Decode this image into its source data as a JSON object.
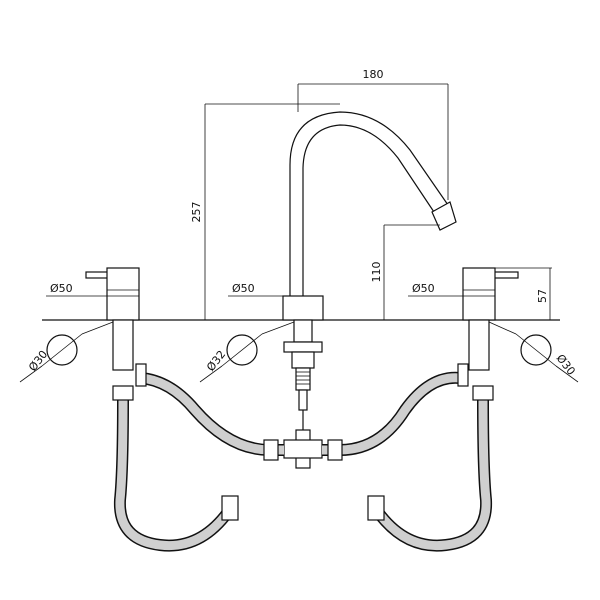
{
  "dimensions": {
    "spout_reach": "180",
    "overall_height": "257",
    "spout_outlet_height": "110",
    "handle_height": "57",
    "left_handle_diameter": "Ø50",
    "spout_base_diameter": "Ø50",
    "right_handle_diameter": "Ø50",
    "left_hole_diameter": "Ø30",
    "spout_hole_diameter": "Ø32",
    "right_hole_diameter": "Ø30"
  }
}
